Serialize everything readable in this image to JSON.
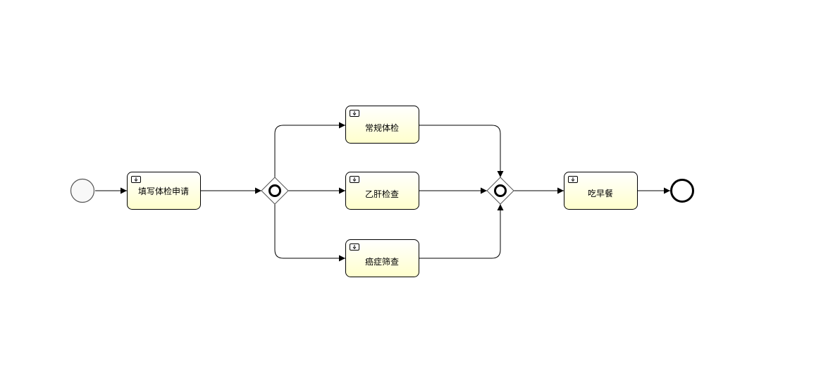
{
  "diagram": {
    "type": "bpmn-process",
    "colors": {
      "task_fill_top": "#ffffff",
      "task_fill_bottom": "#ffffcc",
      "line": "#000000"
    },
    "start_event": {
      "icon": "start-event-circle"
    },
    "end_event": {
      "icon": "end-event-circle"
    },
    "tasks": [
      {
        "id": "fill",
        "label": "填写体检申请",
        "icon": "user-task-icon"
      },
      {
        "id": "routine",
        "label": "常规体检",
        "icon": "user-task-icon"
      },
      {
        "id": "hepb",
        "label": "乙肝检查",
        "icon": "user-task-icon"
      },
      {
        "id": "cancer",
        "label": "癌症筛查",
        "icon": "user-task-icon"
      },
      {
        "id": "breakfast",
        "label": "吃早餐",
        "icon": "user-task-icon"
      }
    ],
    "gateways": [
      {
        "id": "split",
        "kind": "inclusive",
        "icon": "inclusive-gateway-icon"
      },
      {
        "id": "join",
        "kind": "inclusive",
        "icon": "inclusive-gateway-icon"
      }
    ],
    "flows": [
      {
        "from": "start",
        "to": "fill"
      },
      {
        "from": "fill",
        "to": "split"
      },
      {
        "from": "split",
        "to": "routine"
      },
      {
        "from": "split",
        "to": "hepb"
      },
      {
        "from": "split",
        "to": "cancer"
      },
      {
        "from": "routine",
        "to": "join"
      },
      {
        "from": "hepb",
        "to": "join"
      },
      {
        "from": "cancer",
        "to": "join"
      },
      {
        "from": "join",
        "to": "breakfast"
      },
      {
        "from": "breakfast",
        "to": "end"
      }
    ]
  }
}
